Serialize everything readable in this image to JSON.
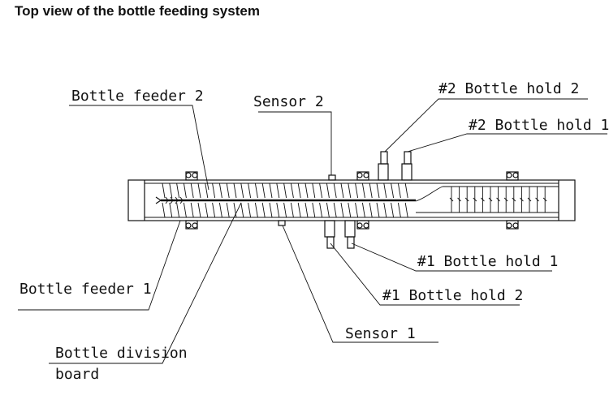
{
  "title": "Top view of the bottle feeding system",
  "labels": {
    "bottle_feeder_2": "Bottle feeder 2",
    "sensor_2": "Sensor 2",
    "hold_2_2": "#2 Bottle hold 2",
    "hold_2_1": "#2 Bottle hold 1",
    "hold_1_1": "#1 Bottle hold 1",
    "hold_1_2": "#1 Bottle hold 2",
    "bottle_feeder_1": "Bottle feeder 1",
    "sensor_1": "Sensor 1",
    "division_board_line1": "Bottle division",
    "division_board_line2": "board"
  },
  "colors": {
    "ink": "#111111",
    "background": "#ffffff"
  }
}
